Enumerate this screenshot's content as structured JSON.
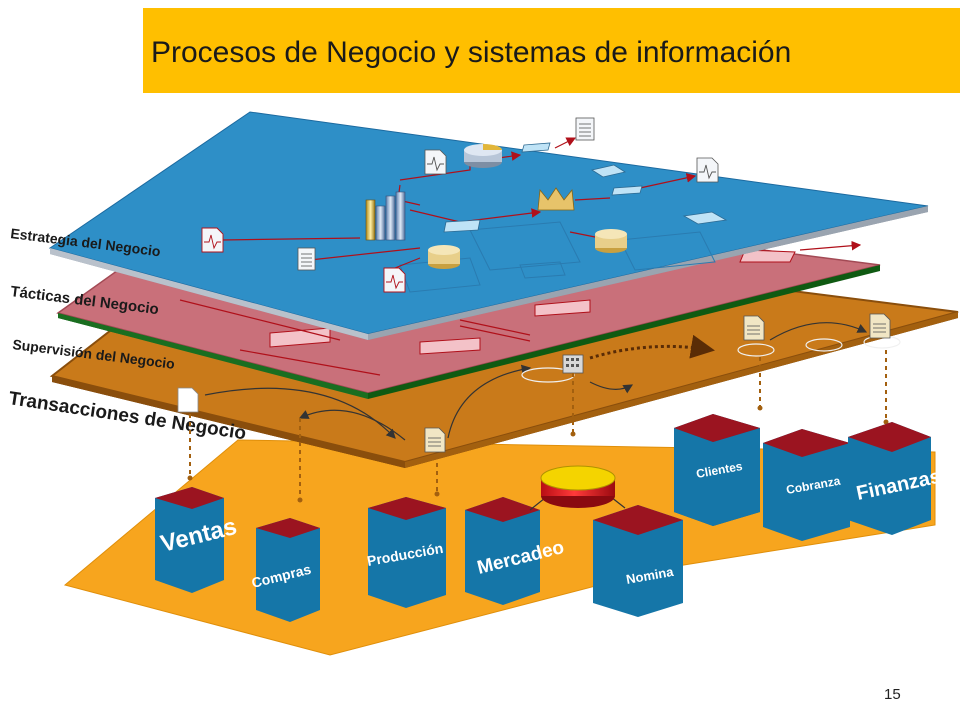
{
  "title": "Procesos de Negocio y sistemas de información",
  "page_number": "15",
  "layers": {
    "strategy": "Estrategia del Negocio",
    "tactics": "Tácticas del Negocio",
    "supervision": "Supervisión del Negocio",
    "transactions": "Transacciones de Negocio"
  },
  "systems": {
    "ventas": "Ventas",
    "compras": "Compras",
    "produccion": "Producción",
    "mercadeo": "Mercadeo",
    "nomina": "Nomina",
    "clientes": "Clientes",
    "cobranza": "Cobranza",
    "finanzas": "Finanzas"
  },
  "colors": {
    "title_bar": "#FFBF00",
    "strategy_plane": "#2E8FC7",
    "tactics_plane": "#C9707A",
    "supervision_plane": "#C97A1A",
    "base_plane": "#F7A51E",
    "box_front": "#1576A8",
    "box_top": "#9B1420"
  }
}
